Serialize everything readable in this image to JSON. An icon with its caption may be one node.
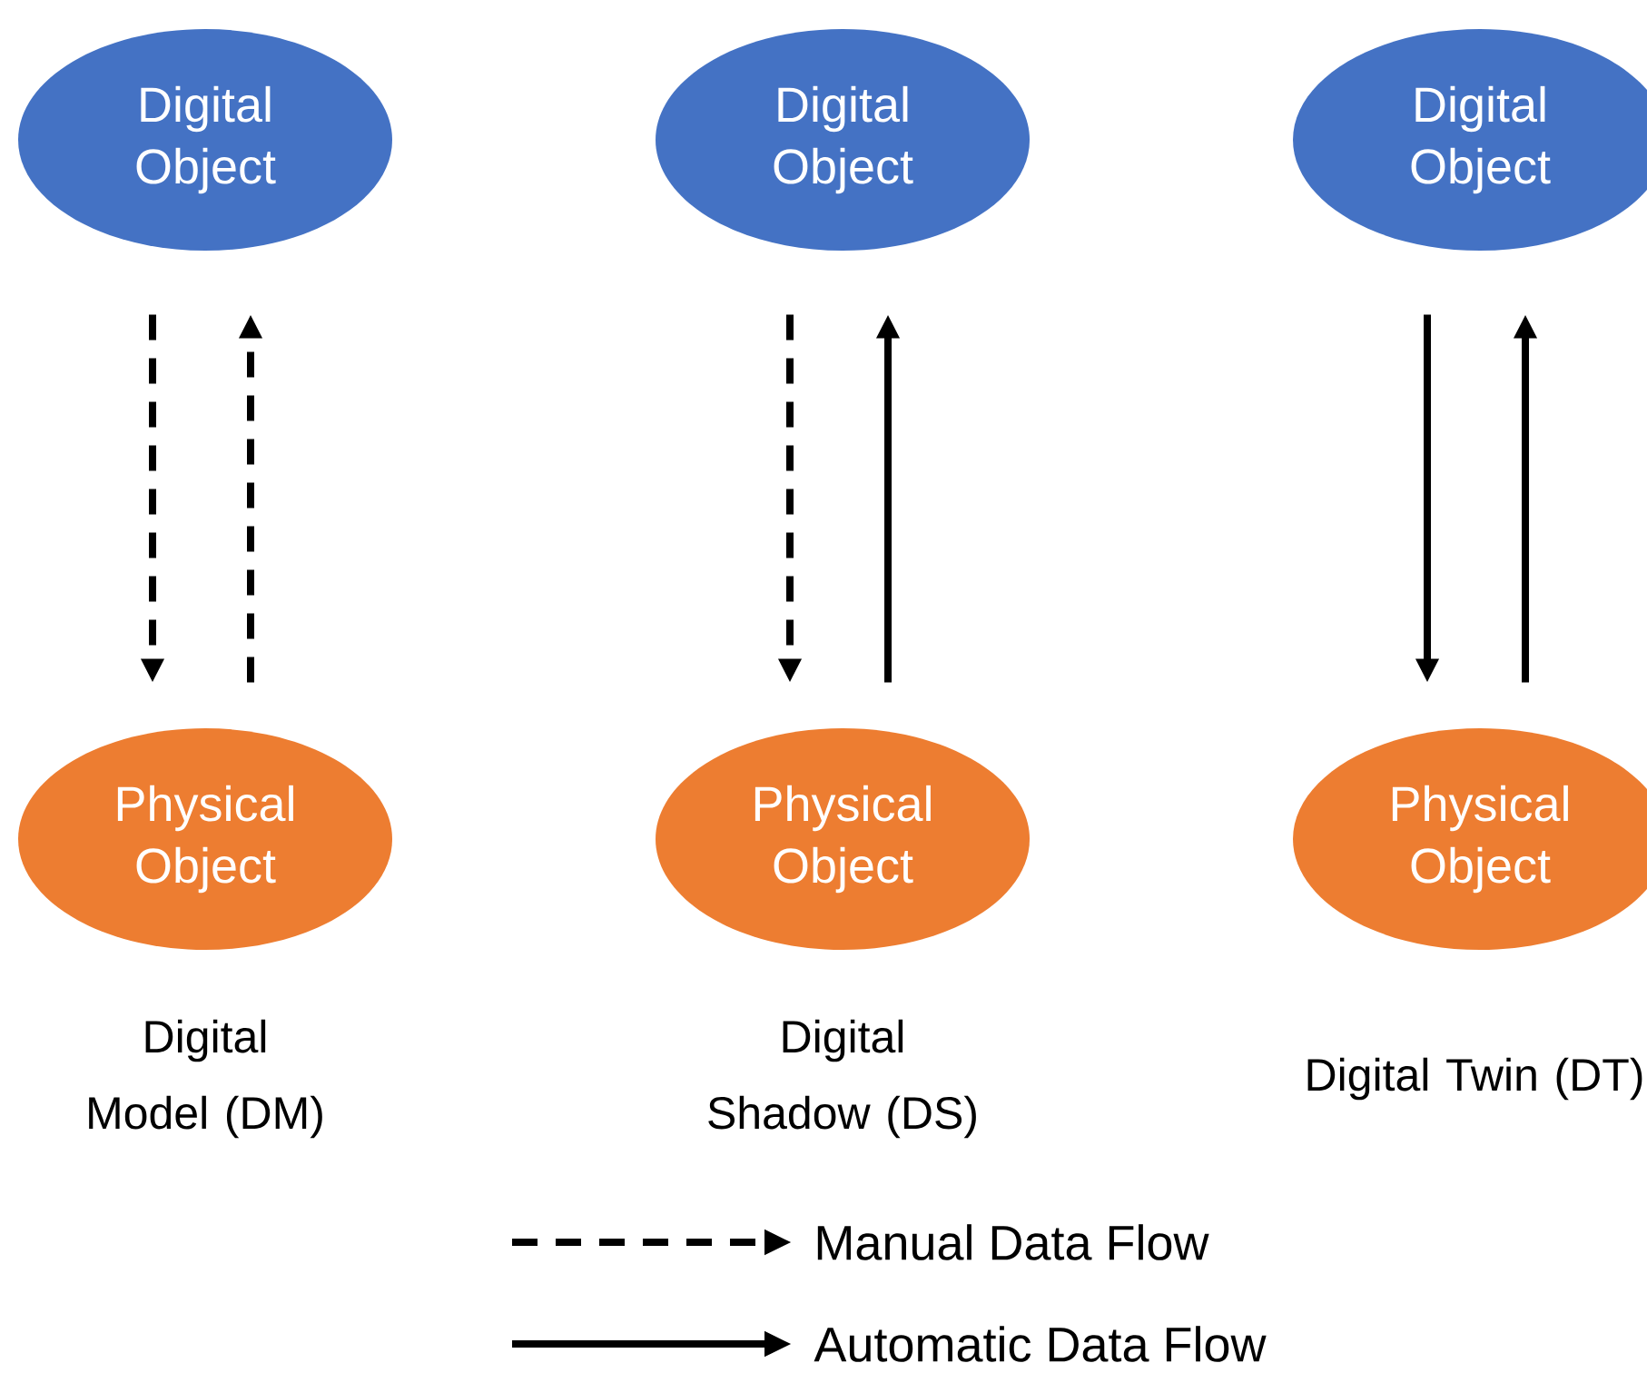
{
  "diagram": {
    "nodes": [
      {
        "text": [
          "Digital Object"
        ]
      },
      {
        "text": [
          "Digital Object"
        ]
      },
      {
        "text": [
          "Digital Object"
        ]
      },
      {
        "text": [
          "Physical Object"
        ],
        "beside": [
          "Digital Model (DM)"
        ]
      },
      {
        "text": [
          "Physical Object"
        ],
        "beside": [
          "Digital Shadow (DS)"
        ]
      },
      {
        "text": [
          "Physical Object"
        ],
        "beside": [
          "Digital Twin (DT)"
        ]
      }
    ],
    "edges": [
      {
        "from": 0,
        "to": 3,
        "arrow": "to",
        "style": "dashed"
      },
      {
        "from": 3,
        "to": 0,
        "arrow": "to",
        "style": "dashed"
      },
      {
        "from": 1,
        "to": 4,
        "arrow": "to",
        "style": "dashed"
      },
      {
        "from": 4,
        "to": 1,
        "arrow": "to"
      },
      {
        "from": 2,
        "to": 5,
        "arrow": "to"
      },
      {
        "from": 5,
        "to": 2,
        "arrow": "to"
      }
    ],
    "legend": [
      {
        "text": "Manual Data Flow"
      },
      {
        "text": "Automatic Data Flow"
      }
    ]
  }
}
